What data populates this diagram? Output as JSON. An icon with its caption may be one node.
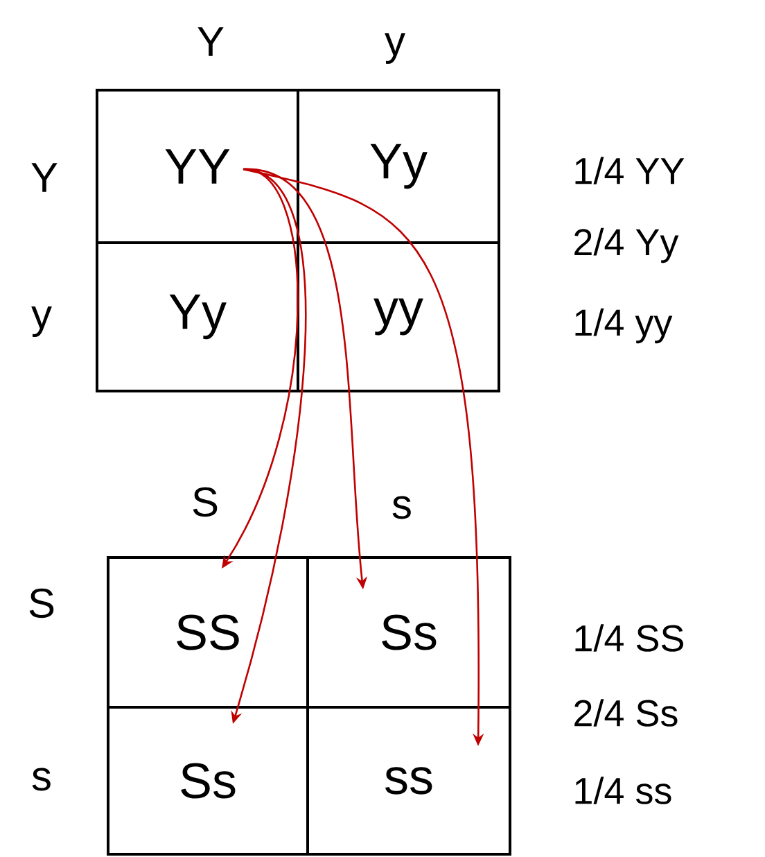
{
  "diagram": {
    "nodes": [
      {
        "text": [
          "YY"
        ]
      },
      {
        "text": [
          "Yy"
        ]
      },
      {
        "text": [
          "Yy"
        ]
      },
      {
        "text": [
          "yy"
        ]
      },
      {
        "text": [
          "SS"
        ]
      },
      {
        "text": [
          "Ss"
        ]
      },
      {
        "text": [
          "Ss"
        ]
      },
      {
        "text": [
          "ss"
        ]
      }
    ],
    "edges": [
      {
        "from": 0,
        "to": 4,
        "arrow": "to"
      },
      {
        "from": 0,
        "to": 5,
        "arrow": "to"
      },
      {
        "from": 0,
        "to": 6,
        "arrow": "to"
      },
      {
        "from": 0,
        "to": 7,
        "arrow": "to"
      }
    ],
    "labels": [
      "Y",
      "y",
      "Y",
      "1/4 YY",
      "2/4 Yy",
      "y",
      "1/4 yy",
      "S",
      "s",
      "S",
      "1/4 SS",
      "2/4 Ss",
      "s",
      "1/4 ss"
    ]
  }
}
